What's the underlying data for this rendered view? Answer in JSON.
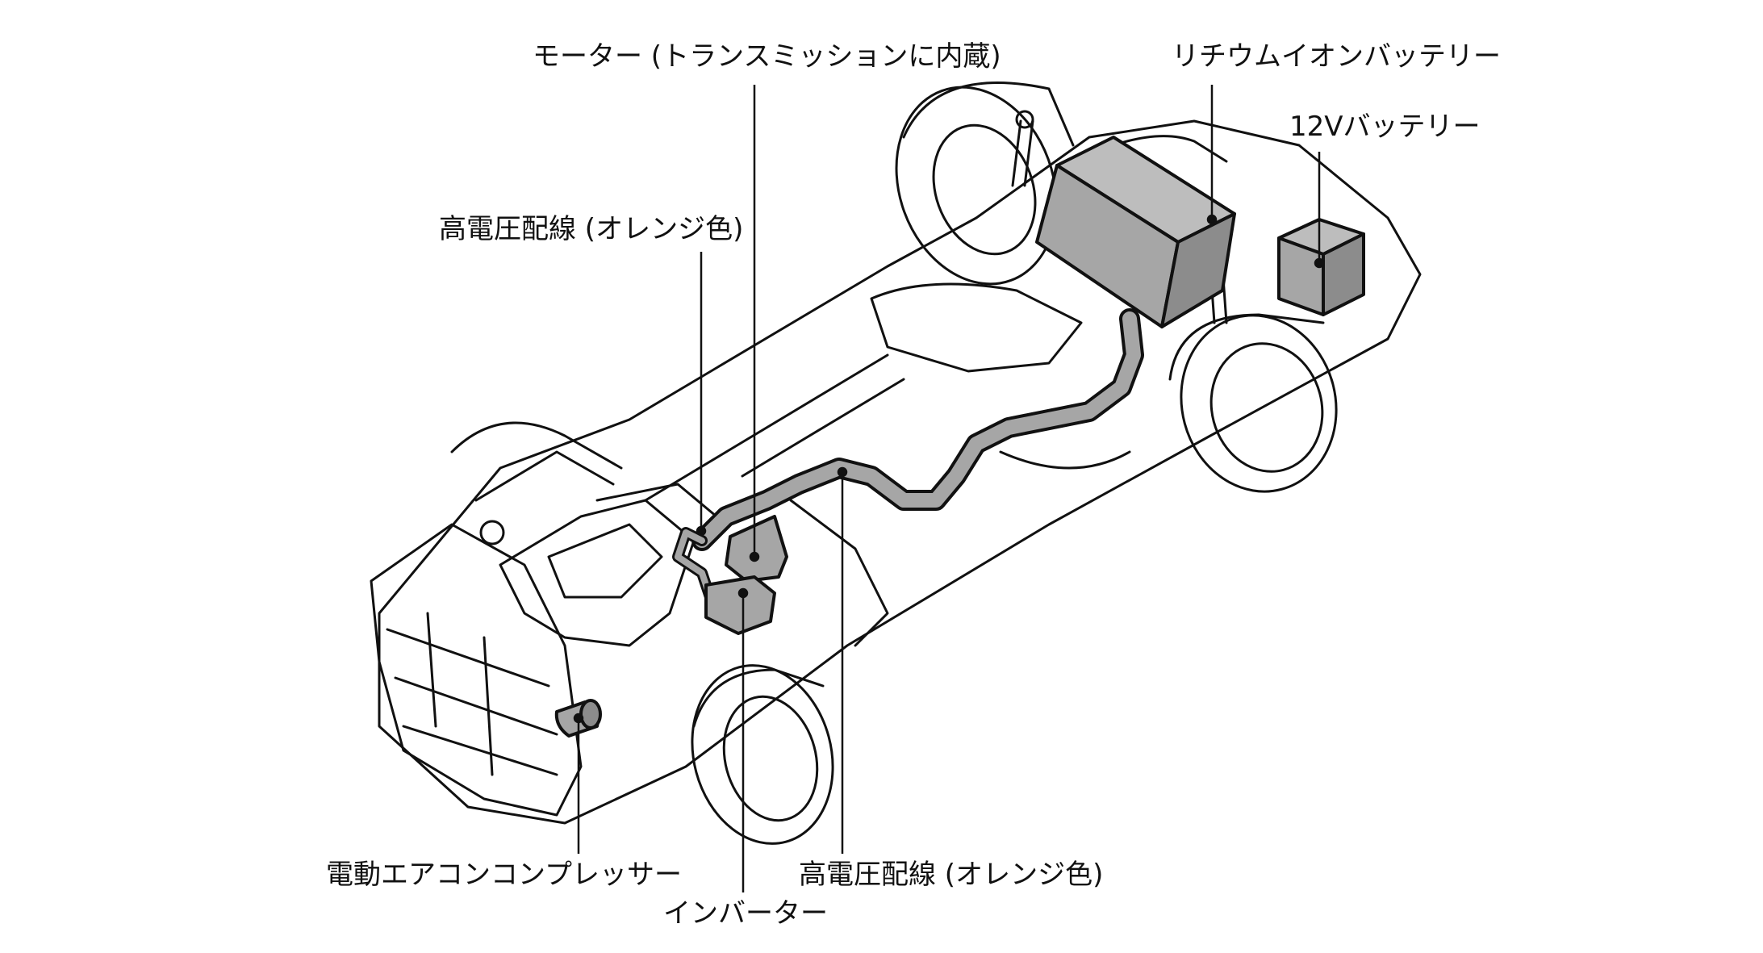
{
  "diagram": {
    "labels": {
      "motor": "モーター (トランスミッションに内蔵)",
      "li_ion_battery": "リチウムイオンバッテリー",
      "battery_12v": "12Vバッテリー",
      "hv_wiring_top": "高電圧配線 (オレンジ色)",
      "compressor": "電動エアコンコンプレッサー",
      "inverter": "インバーター",
      "hv_wiring_bottom": "高電圧配線 (オレンジ色)"
    },
    "colors": {
      "line": "#111111",
      "component_fill": "#a6a6a6",
      "background": "#ffffff"
    }
  }
}
